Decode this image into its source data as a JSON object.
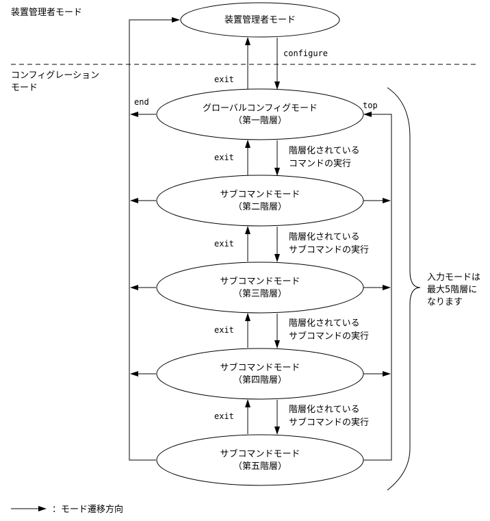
{
  "regions": {
    "admin": "装置管理者モード",
    "config_line1": "コンフィグレーション",
    "config_line2": "モード"
  },
  "nodes": {
    "admin": "装置管理者モード",
    "global_line1": "グローバルコンフィグモード",
    "global_line2": "（第一階層）",
    "sub2_line1": "サブコマンドモード",
    "sub2_line2": "（第二階層）",
    "sub3_line1": "サブコマンドモード",
    "sub3_line2": "（第三階層）",
    "sub4_line1": "サブコマンドモード",
    "sub4_line2": "（第四階層）",
    "sub5_line1": "サブコマンドモード",
    "sub5_line2": "（第五階層）"
  },
  "commands": {
    "configure": "configure",
    "exit": "exit",
    "end": "end",
    "top": "top"
  },
  "transitions": {
    "t1_line1": "階層化されている",
    "t1_line2": "コマンドの実行",
    "t2_line1": "階層化されている",
    "t2_line2": "サブコマンドの実行",
    "t3_line1": "階層化されている",
    "t3_line2": "サブコマンドの実行",
    "t4_line1": "階層化されている",
    "t4_line2": "サブコマンドの実行"
  },
  "brace_note": {
    "line1": "入力モードは",
    "line2": "最大5階層に",
    "line3": "なります"
  },
  "legend": {
    "label": "：モード遷移方向"
  }
}
